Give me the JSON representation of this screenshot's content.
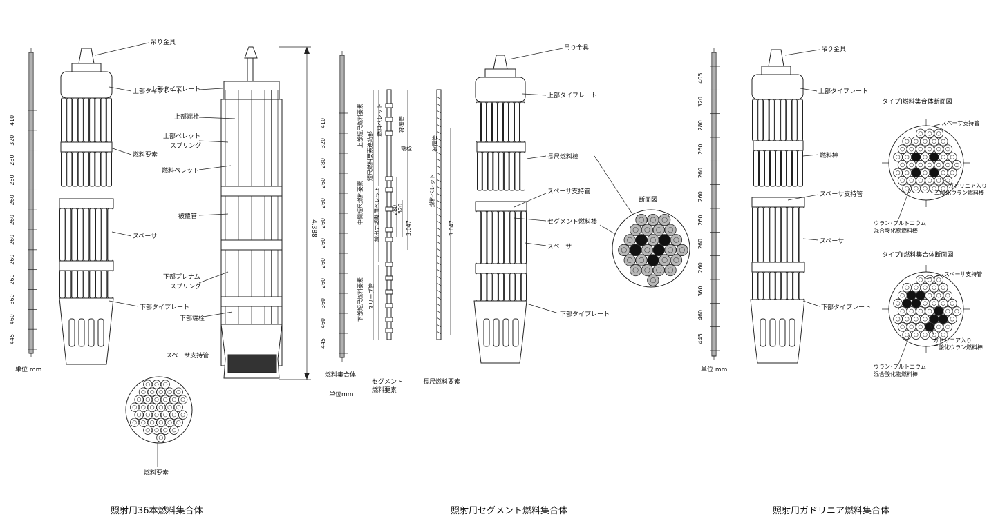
{
  "panels": {
    "left": {
      "caption": "照射用36本燃料集合体",
      "unit": "単位 mm",
      "dims": [
        "410",
        "320",
        "280",
        "260",
        "260",
        "260",
        "260",
        "260",
        "260",
        "360",
        "460",
        "445"
      ],
      "labels": {
        "hanger": "吊り金具",
        "upper_tie_plate": "上部タイプレート",
        "fuel_element": "燃料要素",
        "spacer": "スペーサ",
        "lower_tie_plate": "下部タイプレート",
        "spacer_support_tube": "スペーサ支持管",
        "section_fuel_element": "燃料要素"
      }
    },
    "center": {
      "caption": "照射用セグメント燃料集合体",
      "unit": "単位mm",
      "total_length": "4.388",
      "dims": [
        "410",
        "320",
        "280",
        "260",
        "260",
        "260",
        "260",
        "260",
        "260",
        "360",
        "460",
        "445"
      ],
      "labels": {
        "upper_end_plug": "上部端栓",
        "upper_pellet_spring_1": "上部ペレット",
        "upper_pellet_spring_2": "スプリング",
        "fuel_pellet": "燃料ペレット",
        "cladding": "被覆管",
        "lower_plenum_spring_1": "下部プレナム",
        "lower_plenum_spring_2": "スプリング",
        "lower_end_plug": "下部端栓",
        "assembly": "燃料集合体",
        "segment_1": "セグメント",
        "segment_2": "燃料要素",
        "long_rod": "長尺燃料要素",
        "seg_upper_short": "上部短尺燃料要素",
        "seg_short_connector": "短尺燃料要素連結部",
        "seg_mid_short": "中間短尺燃料要素",
        "seg_lower_short": "下部短尺燃料要素",
        "seg_fuel_pellet": "燃料ペレット",
        "seg_cladding": "被覆管",
        "seg_end_plug": "端栓",
        "seg_gap_pellet": "線出力調整用ペレット",
        "seg_sleeve": "スリーブ管",
        "seg_dim_280": "280",
        "seg_dim_520": "520",
        "seg_dim_3647": "3.647",
        "long_cladding": "被覆管",
        "long_fuel_pellet": "燃料ペレット",
        "long_dim_3647": "3.647",
        "long_caption": "長尺燃料要素",
        "hanger": "吊り金具",
        "upper_tie_plate": "上部タイプレート",
        "long_fuel_rod": "長尺燃料棒",
        "spacer_support_tube": "スペーサ支持管",
        "segment_fuel_rod": "セグメント燃料棒",
        "spacer": "スペーサ",
        "lower_tie_plate": "下部タイプレート",
        "section": "断面図"
      }
    },
    "right": {
      "caption": "照射用ガドリニア燃料集合体",
      "unit": "単位 mm",
      "dims": [
        "405",
        "320",
        "280",
        "260",
        "260",
        "260",
        "260",
        "260",
        "260",
        "360",
        "460",
        "445"
      ],
      "labels": {
        "hanger": "吊り金具",
        "upper_tie_plate": "上部タイプレート",
        "fuel_rod": "燃料棒",
        "spacer_support_tube": "スペーサ支持管",
        "spacer": "スペーサ",
        "lower_tie_plate": "下部タイプレート",
        "type1_title": "タイプⅠ燃料集合体断面図",
        "type1_support": "スペーサ支持管",
        "type1_gad_1": "ガドリニア入り",
        "type1_gad_2": "二酸化ウラン燃料棒",
        "type1_mox_1": "ウラン･プルトニウム",
        "type1_mox_2": "混合酸化物燃料棒",
        "type2_title": "タイプⅡ燃料集合体断面図",
        "type2_support": "スペーサ支持管",
        "type2_gad_1": "ガドリニア入り",
        "type2_gad_2": "二酸化ウラン燃料棒",
        "type2_mox_1": "ウラン･プルトニウム",
        "type2_mox_2": "混合酸化物燃料棒"
      }
    }
  }
}
